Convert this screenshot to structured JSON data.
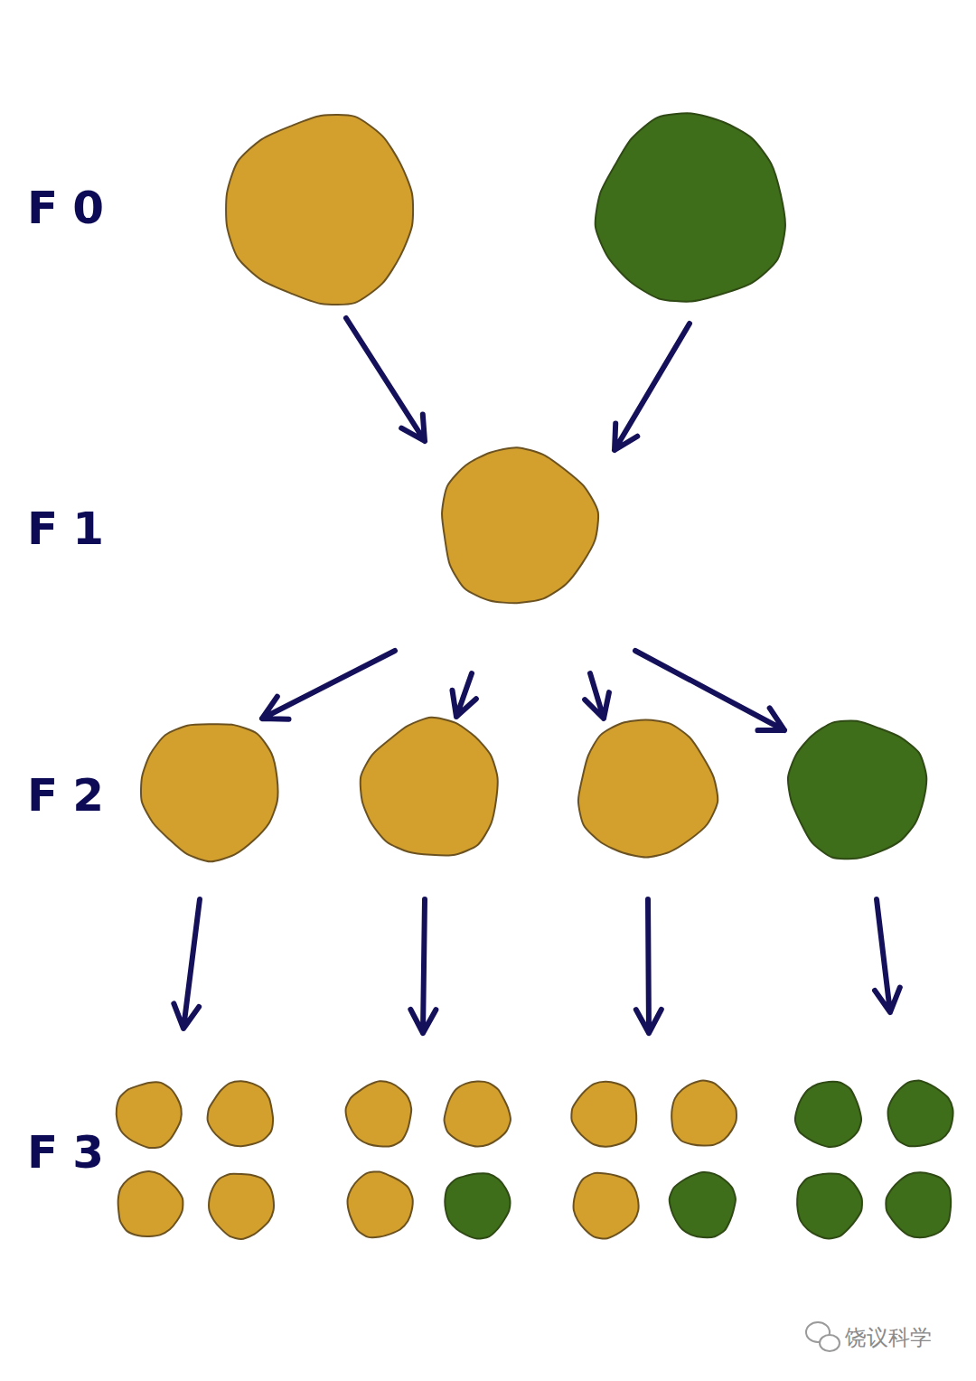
{
  "diagram": {
    "labels": [
      "F0",
      "F1",
      "F2",
      "F3",
      "饶议科学"
    ]
  }
}
